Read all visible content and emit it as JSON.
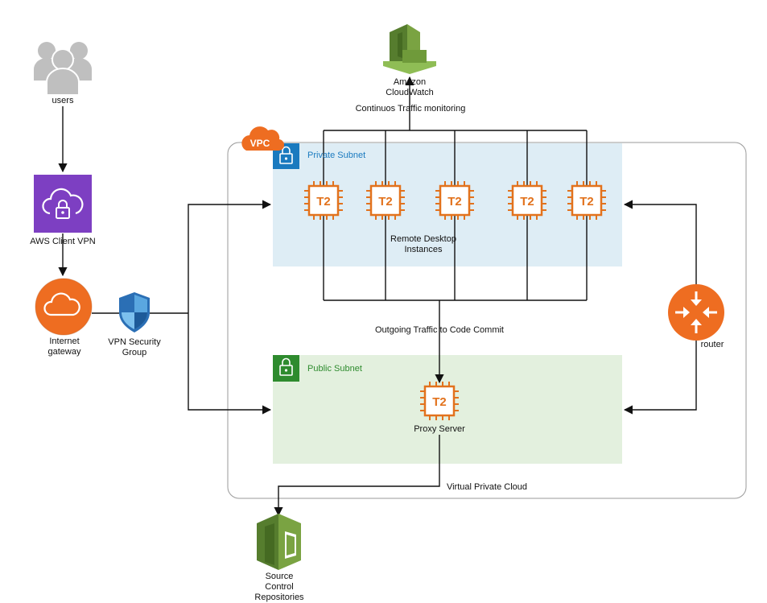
{
  "nodes": {
    "users": "users",
    "client_vpn": "AWS Client VPN",
    "internet_gateway_line1": "Internet",
    "internet_gateway_line2": "gateway",
    "vpn_sg_line1": "VPN Security",
    "vpn_sg_line2": "Group",
    "cloudwatch_line1": "Amazon",
    "cloudwatch_line2": "CloudWatch",
    "router": "router",
    "source_control_line1": "Source",
    "source_control_line2": "Control",
    "source_control_line3": "Repositories",
    "remote_desktop_line1": "Remote Desktop",
    "remote_desktop_line2": "Instances",
    "proxy_server": "Proxy Server",
    "instance_type": "T2",
    "vpc_badge": "VPC"
  },
  "regions": {
    "private_subnet": "Private Subnet",
    "public_subnet": "Public Subnet",
    "vpc": "Virtual Private Cloud"
  },
  "edges": {
    "monitoring": "Continuos Traffic monitoring",
    "outgoing": "Outgoing Traffic to Code Commit"
  },
  "colors": {
    "private_subnet_fill": "#deedf5",
    "public_subnet_fill": "#e3f0de",
    "private_subnet_badge": "#1a7abf",
    "public_subnet_badge": "#2e8b2e",
    "ec2_orange": "#e2721d",
    "vpn_purple": "#7d3fc2",
    "gateway_orange": "#ee6d21",
    "cloudwatch_green": "#6f9a3a",
    "user_gray": "#bfbfbf"
  }
}
